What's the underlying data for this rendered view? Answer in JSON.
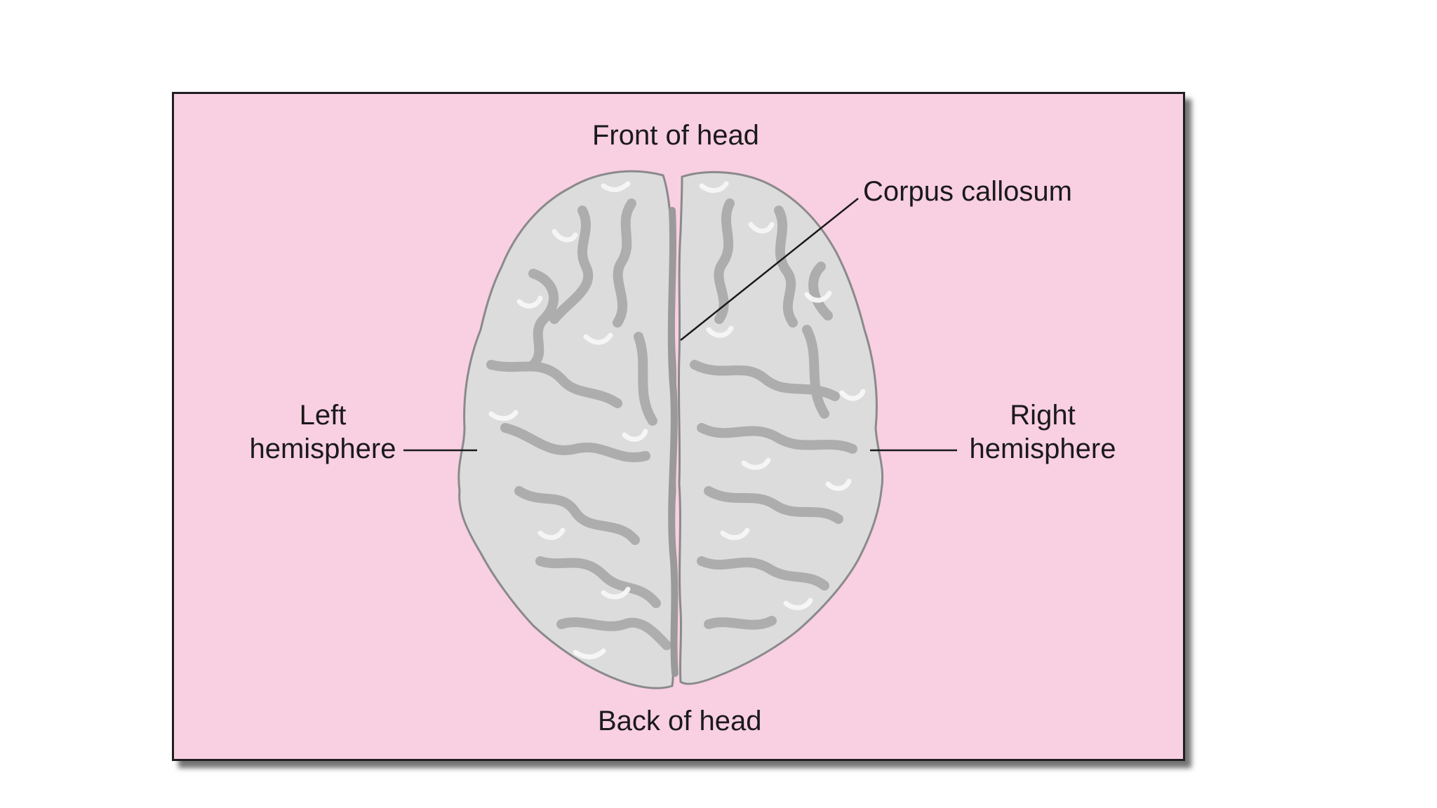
{
  "diagram": {
    "labels": {
      "front": "Front of head",
      "back": "Back of head",
      "corpus": "Corpus callosum",
      "left_line1": "Left",
      "left_line2": "hemisphere",
      "right_line1": "Right",
      "right_line2": "hemisphere"
    },
    "colors": {
      "background": "#f9cfe2",
      "brain_fill": "#dcdcdc",
      "brain_shadow": "#a9a9a9",
      "brain_outline": "#8a8a8a",
      "highlight": "#f7f7f7",
      "text": "#1a1a1a",
      "leader_line": "#1a1a1a"
    }
  }
}
